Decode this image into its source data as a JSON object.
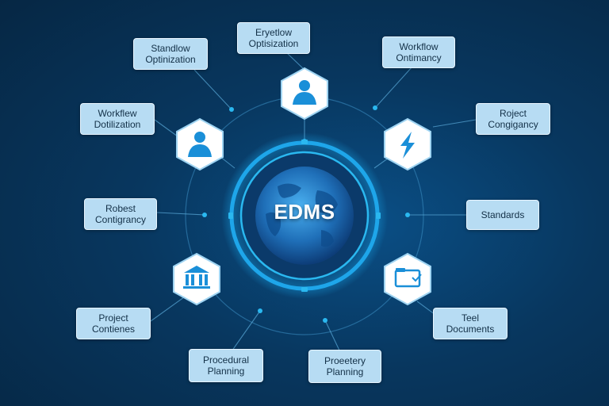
{
  "center": {
    "label": "EDMS"
  },
  "labels": [
    {
      "id": "top-left",
      "lines": [
        "Standlow",
        "Optinization"
      ]
    },
    {
      "id": "top-center",
      "lines": [
        "Eryetlow",
        "Optisization"
      ]
    },
    {
      "id": "top-right",
      "lines": [
        "Workflow",
        "Ontimancy"
      ]
    },
    {
      "id": "upper-left",
      "lines": [
        "Workflew",
        "Dotilization"
      ]
    },
    {
      "id": "upper-right",
      "lines": [
        "Roject",
        "Congigancy"
      ]
    },
    {
      "id": "mid-left",
      "lines": [
        "Robest",
        "Contigrancy"
      ]
    },
    {
      "id": "mid-right",
      "lines": [
        "Standards"
      ]
    },
    {
      "id": "lower-left",
      "lines": [
        "Project",
        "Contienes"
      ]
    },
    {
      "id": "lower-right",
      "lines": [
        "Teel",
        "Documents"
      ]
    },
    {
      "id": "bottom-left",
      "lines": [
        "Procedural",
        "Planning"
      ]
    },
    {
      "id": "bottom-right",
      "lines": [
        "Proeetery",
        "Planning"
      ]
    }
  ],
  "icons": [
    {
      "id": "top",
      "name": "user-icon"
    },
    {
      "id": "upper-left",
      "name": "user-icon"
    },
    {
      "id": "upper-right",
      "name": "lightning-icon"
    },
    {
      "id": "lower-left",
      "name": "building-icon"
    },
    {
      "id": "lower-right",
      "name": "folder-icon"
    }
  ],
  "colors": {
    "background": "#08375f",
    "label_fill": "#b7dcf3",
    "accent": "#1aa0e6",
    "ring": "#2ab8f0"
  }
}
